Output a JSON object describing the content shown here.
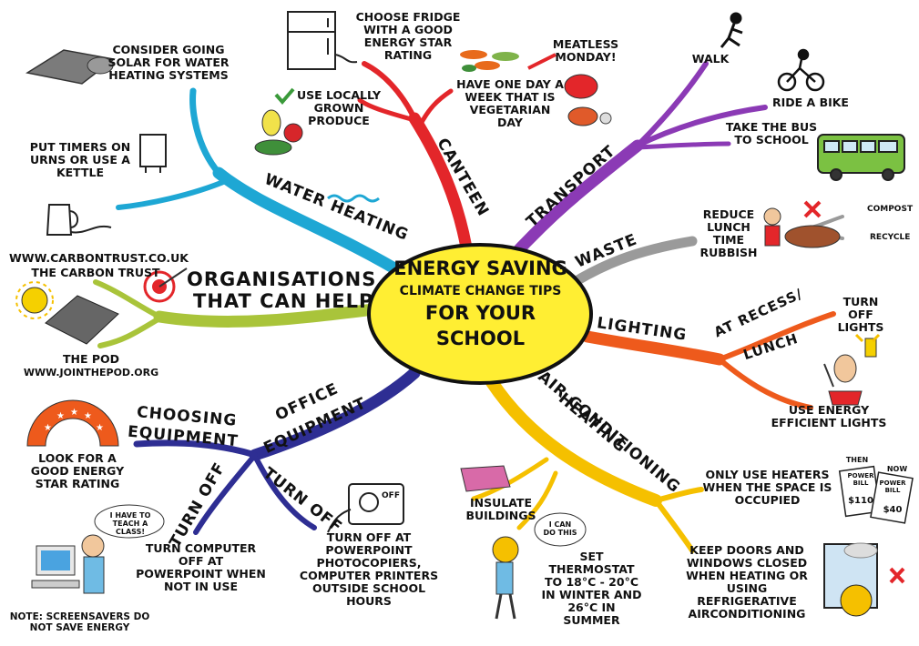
{
  "center": {
    "line1": "ENERGY SAVING",
    "line2": "CLIMATE CHANGE TIPS",
    "line3": "FOR YOUR",
    "line4": "SCHOOL"
  },
  "branches": {
    "water_heating": "WATER HEATING",
    "canteen": "CANTEEN",
    "transport": "TRANSPORT",
    "waste": "WASTE",
    "lighting": "LIGHTING",
    "at_recess": "AT RECESS/",
    "lunch": "LUNCH",
    "heating": "HEATING",
    "air_conditioning": "AIR CONDITIONING",
    "office_equipment_1": "OFFICE",
    "office_equipment_2": "EQUIPMENT",
    "choosing_equipment_1": "CHOOSING",
    "choosing_equipment_2": "EQUIPMENT",
    "turn_off_a": "TURN OFF",
    "turn_off_b": "TURN OFF",
    "organisations_1": "ORGANISATIONS",
    "organisations_2": "THAT CAN HELP"
  },
  "tips": {
    "solar": "CONSIDER GOING SOLAR FOR WATER HEATING SYSTEMS",
    "timers": "PUT TIMERS ON URNS OR USE A KETTLE",
    "fridge": "CHOOSE FRIDGE WITH A GOOD ENERGY STAR RATING",
    "meatless": "MEATLESS MONDAY!",
    "vegetarian": "HAVE ONE DAY A WEEK THAT IS VEGETARIAN DAY",
    "local": "USE LOCALLY GROWN PRODUCE",
    "walk": "WALK",
    "bike": "RIDE A BIKE",
    "bus": "TAKE THE BUS TO SCHOOL",
    "rubbish": "REDUCE LUNCH TIME RUBBISH",
    "compost": "COMPOST",
    "recycle": "RECYCLE",
    "lights_off": "TURN OFF LIGHTS",
    "efficient": "USE ENERGY EFFICIENT LIGHTS",
    "heaters": "ONLY USE HEATERS WHEN THE SPACE IS OCCUPIED",
    "doors": "KEEP DOORS AND WINDOWS CLOSED WHEN HEATING OR USING REFRIGERATIVE AIRCONDITIONING",
    "insulate": "INSULATE BUILDINGS",
    "thermostat": "SET THERMOSTAT TO 18°C - 20°C IN WINTER AND 26°C IN SUMMER",
    "can_do": "I CAN DO THIS",
    "powerpoint": "TURN OFF AT POWERPOINT PHOTOCOPIERS, COMPUTER PRINTERS OUTSIDE SCHOOL HOURS",
    "computer": "TURN COMPUTER OFF AT POWERPOINT WHEN NOT IN USE",
    "teach": "I HAVE TO TEACH A CLASS!",
    "screensavers": "NOTE: SCREENSAVERS DO NOT SAVE ENERGY",
    "energy_star": "LOOK FOR A GOOD ENERGY STAR RATING",
    "carbontrust_url": "WWW.CARBONTRUST.CO.UK",
    "carbontrust": "THE CARBON TRUST",
    "pod": "THE POD",
    "pod_url": "WWW.JOINTHEPOD.ORG",
    "off_label": "OFF",
    "then": "THEN",
    "now": "NOW",
    "power_bill": "POWER BILL",
    "bill_then": "$110",
    "bill_now": "$40"
  },
  "colors": {
    "water": "#1ea7d4",
    "canteen": "#e3262a",
    "transport": "#8b3ab5",
    "waste": "#9a9a9a",
    "lighting": "#ee5a1c",
    "heating": "#f5c000",
    "office": "#2e2e93",
    "organisations": "#a9c43a",
    "center_fill": "#ffee33"
  }
}
